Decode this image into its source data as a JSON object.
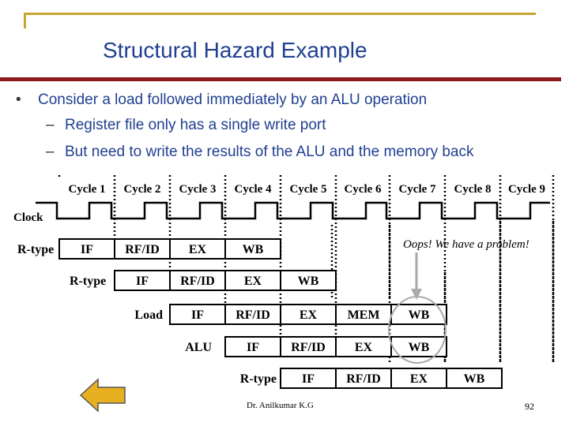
{
  "title": "Structural Hazard Example",
  "bullet": "Consider a load followed immediately by an ALU operation",
  "subbullets": [
    "Register file only has a single write port",
    "But need to write the results of the ALU and the memory back"
  ],
  "cycles": [
    "Cycle 1",
    "Cycle 2",
    "Cycle 3",
    "Cycle 4",
    "Cycle 5",
    "Cycle 6",
    "Cycle 7",
    "Cycle 8",
    "Cycle 9"
  ],
  "clock_label": "Clock",
  "annotation": "Oops! We have a problem!",
  "rows": [
    {
      "label": "R-type",
      "stages": [
        "IF",
        "RF/ID",
        "EX",
        "WB"
      ]
    },
    {
      "label": "R-type",
      "stages": [
        "IF",
        "RF/ID",
        "EX",
        "WB"
      ]
    },
    {
      "label": "Load",
      "stages": [
        "IF",
        "RF/ID",
        "EX",
        "MEM",
        "WB"
      ]
    },
    {
      "label": "ALU",
      "stages": [
        "IF",
        "RF/ID",
        "EX",
        "WB"
      ]
    },
    {
      "label": "R-type",
      "stages": [
        "IF",
        "RF/ID",
        "EX",
        "WB"
      ]
    }
  ],
  "footer": "Dr. Anilkumar K.G",
  "page_number": "92",
  "colors": {
    "title": "#1f3f8f",
    "rule": "#8b1a1a",
    "frame": "#c8a530",
    "arrow": "#e8b020"
  },
  "icons": {
    "back": "left-arrow-icon"
  }
}
